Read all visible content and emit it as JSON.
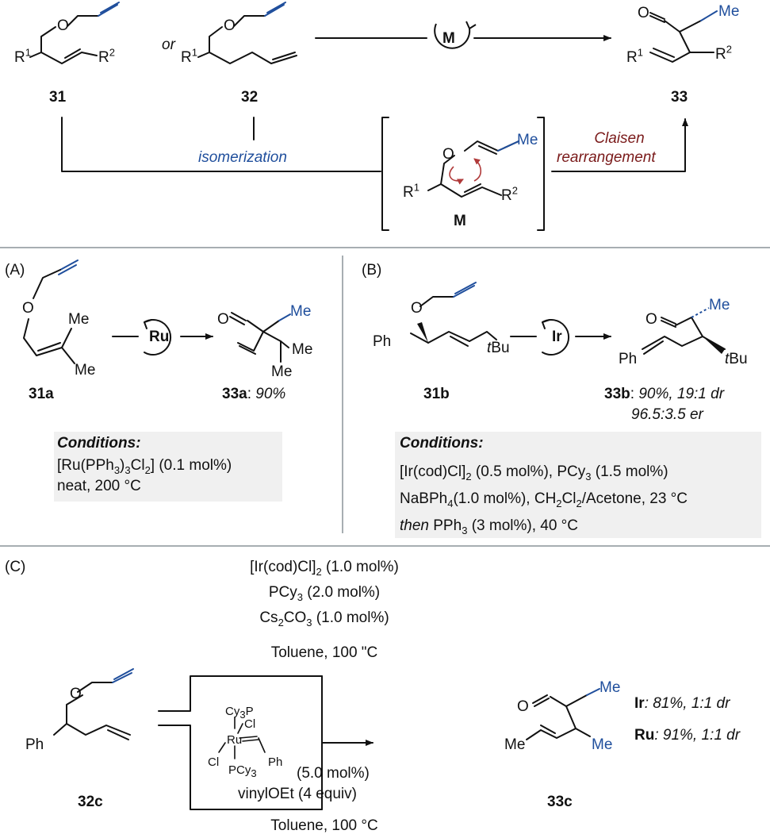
{
  "colors": {
    "stroke": "#111111",
    "blue": "#1f4e9c",
    "red": "#7a1a1a",
    "box": "#f0f0f0",
    "divider": "#8a9499"
  },
  "top": {
    "label_31": "31",
    "label_32": "32",
    "label_33": "33",
    "or": "or",
    "r1": "R",
    "r1_sup": "1",
    "r2": "R",
    "r2_sup": "2",
    "o": "O",
    "me": "Me",
    "M": "M",
    "isomerization": "isomerization",
    "claisen_1": "Claisen",
    "claisen_2": "rearrangement",
    "intermediate_label": "M"
  },
  "A": {
    "tag": "(A)",
    "label_sm": "31a",
    "label_prod": "33a",
    "yield": "90%",
    "metal": "Ru",
    "me": "Me",
    "cond_title": "Conditions:",
    "cond_1a": "[Ru(PPh",
    "cond_1b": "3",
    "cond_1c": ")",
    "cond_1d": "3",
    "cond_1e": "Cl",
    "cond_1f": "2",
    "cond_1g": "] (0.1 mol%)",
    "cond_2": "neat, 200 °C"
  },
  "B": {
    "tag": "(B)",
    "label_sm": "31b",
    "label_prod": "33b",
    "yield": "90%, 19:1 dr",
    "er": "96.5:3.5 er",
    "metal": "Ir",
    "ph": "Ph",
    "tbu_t": "t",
    "tbu": "Bu",
    "me": "Me",
    "cond_title": "Conditions:",
    "cond_1a": "[Ir(cod)Cl]",
    "cond_1b": "2",
    "cond_1c": " (0.5 mol%), PCy",
    "cond_1d": "3",
    "cond_1e": " (1.5 mol%)",
    "cond_2a": "NaBPh",
    "cond_2b": "4",
    "cond_2c": "(1.0 mol%), CH",
    "cond_2d": "2",
    "cond_2e": "Cl",
    "cond_2f": "2",
    "cond_2g": "/Acetone, 23 °C",
    "cond_3a": "then",
    "cond_3b": " PPh",
    "cond_3c": "3",
    "cond_3d": " (3 mol%), 40 °C"
  },
  "C": {
    "tag": "(C)",
    "label_sm": "32c",
    "label_prod": "33c",
    "ir_1a": "[Ir(cod)Cl]",
    "ir_1b": "2",
    "ir_1c": " (1.0 mol%)",
    "ir_2a": "PCy",
    "ir_2b": "3",
    "ir_2c": " (2.0 mol%)",
    "ir_3a": "Cs",
    "ir_3b": "2",
    "ir_3c": "CO",
    "ir_3d": "3",
    "ir_3e": " (1.0 mol%)",
    "ir_solvent": "Toluene, 100 \"C",
    "ru_pcy3_top": "Cy",
    "ru_pcy3_top_sub": "3",
    "ru_pcy3_top_p": "P",
    "ru_cl1": "Cl",
    "ru_cl2": "Cl",
    "ru": "Ru",
    "ru_ph": "Ph",
    "ru_pcy3_bot_a": "PCy",
    "ru_pcy3_bot_b": "3",
    "ru_loading": "(5.0 mol%)",
    "ru_additive": "vinylOEt (4 equiv)",
    "ru_solvent": "Toluene, 100 °C",
    "ph": "Ph",
    "o": "O",
    "me1": "Me",
    "me2": "Me",
    "me3": "Me",
    "res_ir_metal": "Ir",
    "res_ir": ": 81%, 1:1 dr",
    "res_ru_metal": "Ru",
    "res_ru": ": 91%, 1:1 dr"
  }
}
